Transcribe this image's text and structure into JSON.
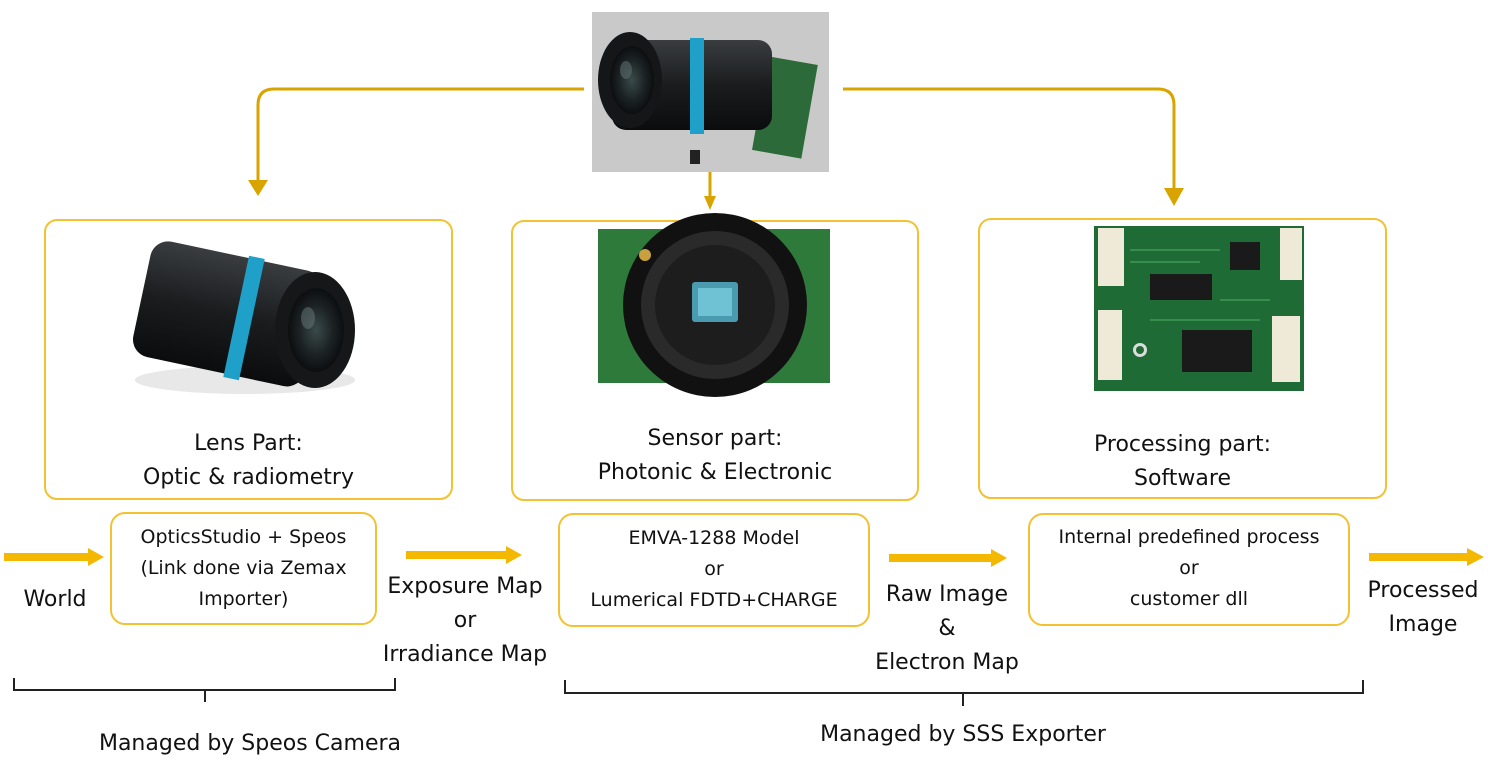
{
  "top_image": {
    "icon": "camera-with-lens-photo"
  },
  "parts": [
    {
      "image_icon": "camera-lens-photo",
      "line1": "Lens Part:",
      "line2": "Optic & radiometry"
    },
    {
      "image_icon": "image-sensor-photo",
      "line1": "Sensor part:",
      "line2": "Photonic  & Electronic"
    },
    {
      "image_icon": "circuit-board-photo",
      "line1": "Processing part:",
      "line2": "Software"
    }
  ],
  "process_boxes": [
    {
      "line1": "OpticsStudio + Speos",
      "line2": "(Link done via Zemax",
      "line3": "Importer)"
    },
    {
      "line1": "EMVA-1288 Model",
      "line2": "or",
      "line3": "Lumerical FDTD+CHARGE"
    },
    {
      "line1": "Internal predefined process",
      "line2": "or",
      "line3": "customer dll"
    }
  ],
  "flow_labels": {
    "world": "World",
    "exposure": {
      "line1": "Exposure Map",
      "line2": "or",
      "line3": "Irradiance Map"
    },
    "raw": {
      "line1": "Raw Image",
      "line2": "&",
      "line3": "Electron Map"
    },
    "processed": {
      "line1": "Processed",
      "line2": "Image"
    }
  },
  "braces": {
    "speos": "Managed by Speos Camera",
    "sss": "Managed by SSS Exporter"
  },
  "colors": {
    "accent": "#f5b800",
    "box_border": "#f2c232",
    "brace": "#222222"
  }
}
